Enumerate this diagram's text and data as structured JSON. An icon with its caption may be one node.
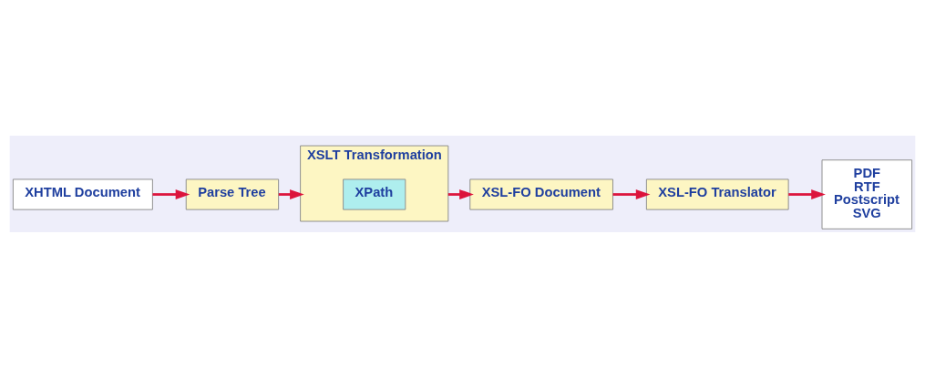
{
  "diagram": {
    "nodes": [
      {
        "text": [
          "XHTML Document"
        ]
      },
      {
        "text": [
          "Parse Tree"
        ]
      },
      {
        "text": [
          "XSLT Transformation"
        ]
      },
      {
        "text": [
          "XPath"
        ],
        "in": 2
      },
      {
        "text": [
          "XSL-FO Document"
        ]
      },
      {
        "text": [
          "XSL-FO Translator"
        ]
      },
      {
        "text": [
          "PDF",
          "RTF",
          "Postscript",
          "SVG"
        ]
      }
    ],
    "edges": [
      {
        "from": 0,
        "to": 1,
        "arrow": "to"
      },
      {
        "from": 1,
        "to": 2,
        "arrow": "to"
      },
      {
        "from": 2,
        "to": 4,
        "arrow": "to"
      },
      {
        "from": 4,
        "to": 5,
        "arrow": "to"
      },
      {
        "from": 5,
        "to": 6,
        "arrow": "to"
      }
    ]
  }
}
